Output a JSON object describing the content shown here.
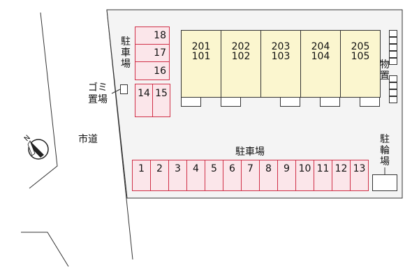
{
  "labels": {
    "parking_side": "駐車場",
    "garbage": "ゴミ置場",
    "road": "市道",
    "parking_main": "駐車場",
    "storage": "物置",
    "bicycle": "駐輪場",
    "compass_letter": "N"
  },
  "parking": {
    "top_right": [
      "18",
      "17",
      "16"
    ],
    "pair": [
      "14",
      "15"
    ],
    "row": [
      "1",
      "2",
      "3",
      "4",
      "5",
      "6",
      "7",
      "8",
      "9",
      "10",
      "11",
      "12",
      "13"
    ]
  },
  "units": [
    {
      "upper": "201",
      "lower": "101"
    },
    {
      "upper": "202",
      "lower": "102"
    },
    {
      "upper": "203",
      "lower": "103"
    },
    {
      "upper": "204",
      "lower": "104"
    },
    {
      "upper": "205",
      "lower": "105"
    }
  ],
  "colors": {
    "building_fill": "#fbf6cf",
    "stall_fill": "#fbe6ea",
    "stall_border": "#d03048",
    "lot_fill": "#f4f4f4"
  }
}
